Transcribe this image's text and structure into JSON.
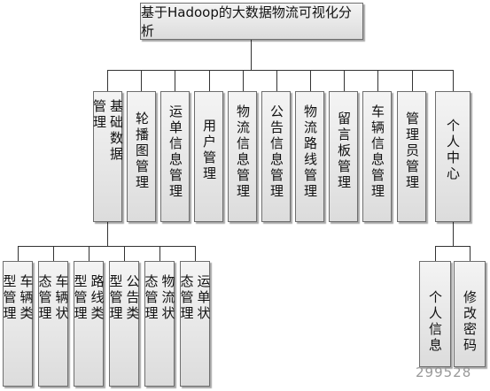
{
  "root": {
    "label": "基于Hadoop的大数据物流可视化分析"
  },
  "level1": [
    {
      "label": "基础数据管理"
    },
    {
      "label": "轮播图管理"
    },
    {
      "label": "运单信息管理"
    },
    {
      "label": "用户管理"
    },
    {
      "label": "物流信息管理"
    },
    {
      "label": "公告信息管理"
    },
    {
      "label": "物流路线管理"
    },
    {
      "label": "留言板管理"
    },
    {
      "label": "车辆信息管理"
    },
    {
      "label": "管理员管理"
    },
    {
      "label": "个人中心"
    }
  ],
  "basic_children": [
    {
      "label": "车辆类型管理"
    },
    {
      "label": "车辆状态管理"
    },
    {
      "label": "路线类型管理"
    },
    {
      "label": "公告类型管理"
    },
    {
      "label": "物流状态管理"
    },
    {
      "label": "运单状态管理"
    }
  ],
  "personal_children": [
    {
      "label": "个人信息"
    },
    {
      "label": "修改密码"
    }
  ],
  "watermark": "299528"
}
